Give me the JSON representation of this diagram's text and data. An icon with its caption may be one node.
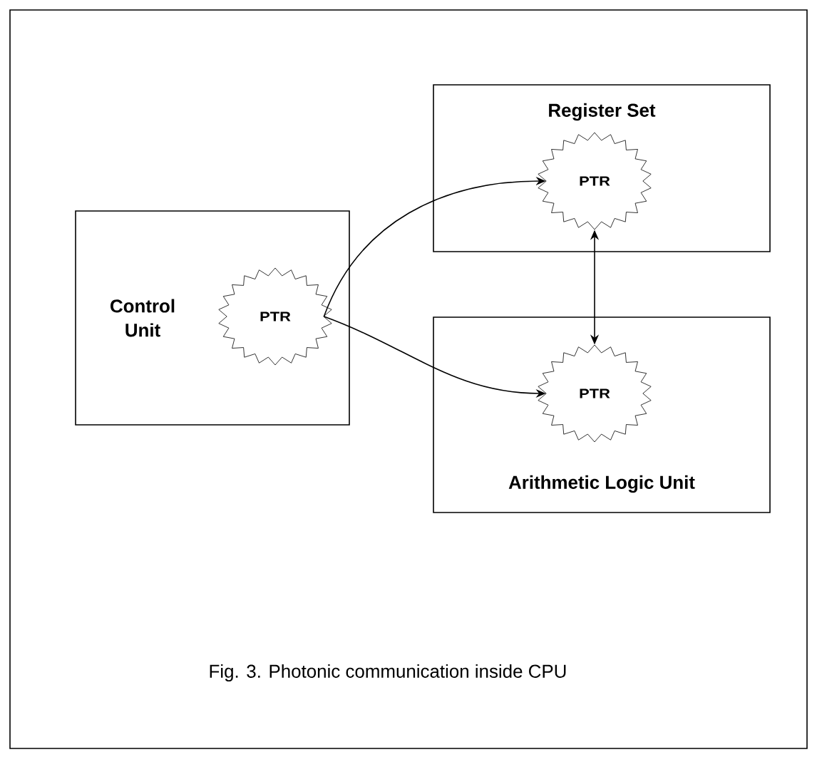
{
  "diagram": {
    "caption": "Fig. 3. Photonic communication inside CPU",
    "nodes": [
      {
        "text": [
          "Control Unit"
        ]
      },
      {
        "text": [
          "PTR"
        ],
        "in": 0
      },
      {
        "text": [
          "Register Set"
        ]
      },
      {
        "text": [
          "PTR"
        ],
        "in": 2
      },
      {
        "text": [
          "Arithmetic Logic Unit"
        ]
      },
      {
        "text": [
          "PTR"
        ],
        "in": 4
      }
    ],
    "edges": [
      {
        "from": 1,
        "to": 3,
        "arrow": "to"
      },
      {
        "from": 1,
        "to": 5,
        "arrow": "to"
      },
      {
        "from": 3,
        "to": 5,
        "arrow": "both"
      }
    ]
  }
}
